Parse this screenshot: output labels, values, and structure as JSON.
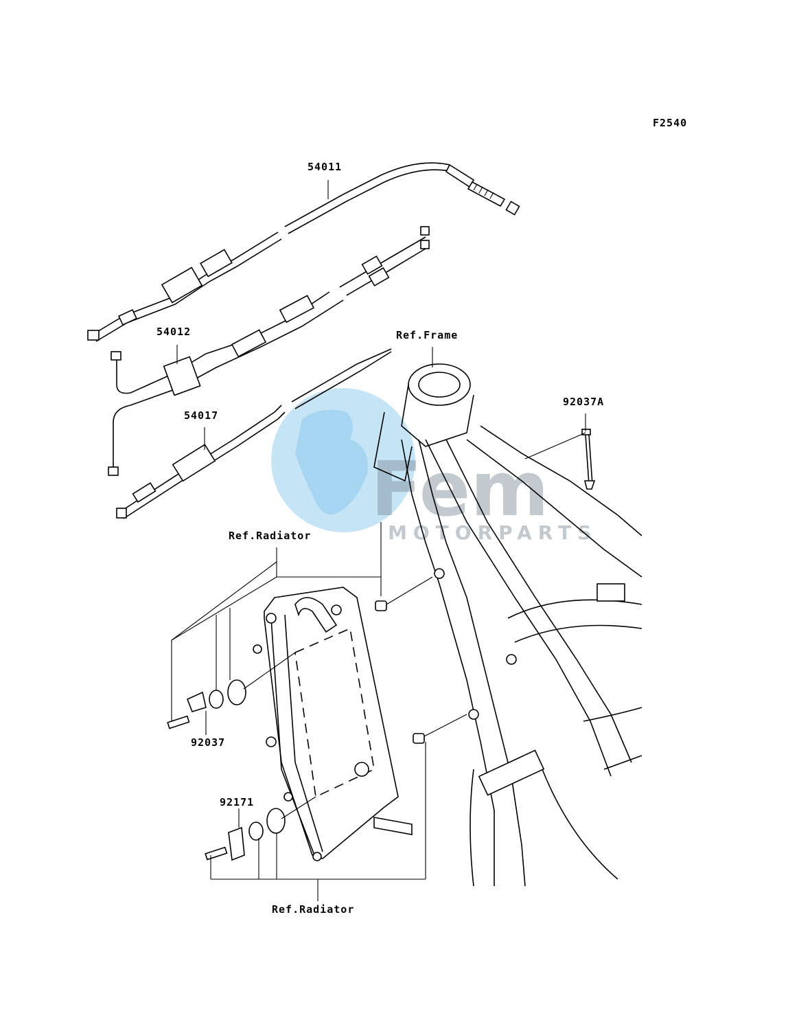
{
  "figure_code": "F2540",
  "callouts": {
    "p54011": "54011",
    "p54012": "54012",
    "p54017": "54017",
    "ref_frame": "Ref.Frame",
    "p92037a": "92037A",
    "ref_radiator_top": "Ref.Radiator",
    "p92037": "92037",
    "p92171": "92171",
    "ref_radiator_bottom": "Ref.Radiator"
  },
  "watermark": {
    "brand": "Fem",
    "tagline": "MOTORPARTS",
    "color": "#7fc4ea"
  }
}
